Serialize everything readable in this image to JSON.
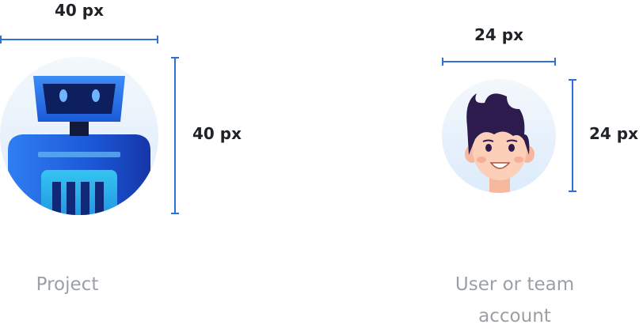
{
  "colors": {
    "dimension_line": "#2f6fd6",
    "label_text": "#1f2328",
    "caption_text": "#9aa0a6",
    "avatar_background": "#e9f3fc"
  },
  "project_avatar": {
    "icon": "robot-icon",
    "width_label": "40 px",
    "height_label": "40 px",
    "caption": "Project"
  },
  "user_avatar": {
    "icon": "person-face-icon",
    "width_label": "24 px",
    "height_label": "24 px",
    "caption_line1": "User or team",
    "caption_line2": "account"
  }
}
